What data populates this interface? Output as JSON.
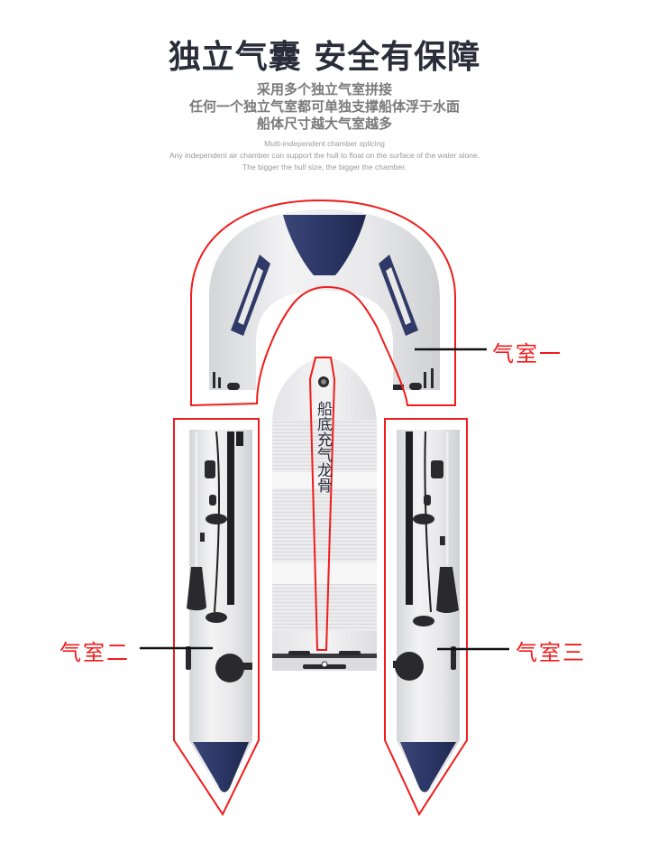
{
  "header": {
    "title": "独立气囊 安全有保障",
    "cn_lines": [
      "采用多个独立气室拼接",
      "任何一个独立气室都可单独支撑船体浮于水面",
      "船体尺寸越大气室越多"
    ],
    "en_lines": [
      "Multi-independent chamber splicing",
      "Any independent air chamber can support the hull to float on the surface of the water alone.",
      "The bigger the hull size, the bigger the chamber."
    ]
  },
  "diagram": {
    "keel_label": "船底充气龙骨",
    "chamber_labels": {
      "one": "气室一",
      "two": "气室二",
      "three": "气室三"
    },
    "colors": {
      "outline": "#f21b1b",
      "tube": "#e9e9ea",
      "navy": "#2f3a68",
      "fittings": "#2a2a2e",
      "title": "#2b2d3a"
    }
  }
}
